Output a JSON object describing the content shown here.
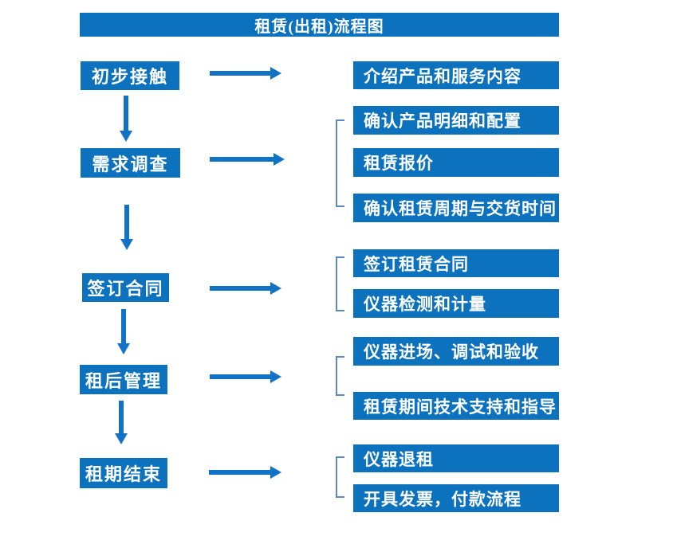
{
  "title": "租赁(出租)流程图",
  "colors": {
    "box_blue": "#0d72be",
    "arrow_blue": "#1273c6",
    "bracket_blue": "#5b88c5",
    "text_white": "#ffffff"
  },
  "left_steps": [
    {
      "label": "初步接触"
    },
    {
      "label": "需求调查"
    },
    {
      "label": "签订合同"
    },
    {
      "label": "租后管理"
    },
    {
      "label": "租期结束"
    }
  ],
  "right_items": [
    {
      "label": "介绍产品和服务内容"
    },
    {
      "label": "确认产品明细和配置"
    },
    {
      "label": "租赁报价"
    },
    {
      "label": "确认租赁周期与交货时间"
    },
    {
      "label": "签订租赁合同"
    },
    {
      "label": "仪器检测和计量"
    },
    {
      "label": "仪器进场、调试和验收"
    },
    {
      "label": "租赁期间技术支持和指导"
    },
    {
      "label": "仪器退租"
    },
    {
      "label": "开具发票，付款流程"
    }
  ]
}
